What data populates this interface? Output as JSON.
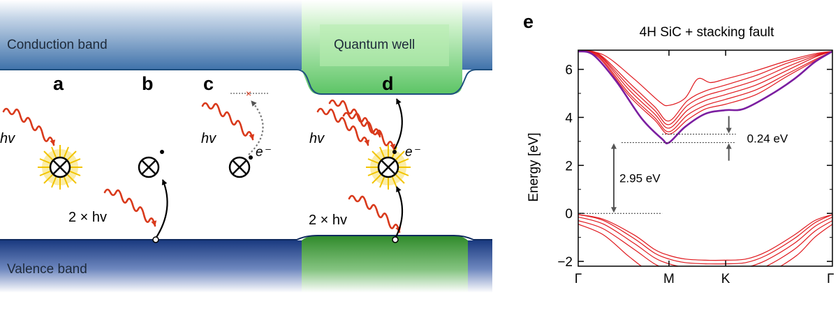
{
  "diagram": {
    "conduction_label": "Conduction band",
    "valence_label": "Valence band",
    "quantum_well_label": "Quantum well",
    "panels": [
      "a",
      "b",
      "c",
      "d"
    ],
    "hv": "hv",
    "two_hv": "2 × hv",
    "electron": "e⁻",
    "colors": {
      "conduction": "#4a7ab0",
      "valence": "#1d3f86",
      "quantum_well": "#5cc465",
      "photon": "#d93a1c",
      "glow": "#f2c400"
    }
  },
  "chart_panel_letter": "e",
  "chart_data": {
    "type": "line",
    "title": "4H SiC + stacking fault",
    "ylabel": "Energy [eV]",
    "xlabel": "",
    "ylim": [
      -2.2,
      6.8
    ],
    "yticks": [
      -2,
      0,
      2,
      4,
      6
    ],
    "ytick_labels": [
      "−2",
      "0",
      "2",
      "4",
      "6"
    ],
    "k_points": [
      {
        "label": "Γ",
        "pos": 0.0
      },
      {
        "label": "M",
        "pos": 0.357
      },
      {
        "label": "K",
        "pos": 0.58
      },
      {
        "label": "Γ",
        "pos": 1.0
      }
    ],
    "gap_annotation": {
      "text": "2.95 eV",
      "from": 0.0,
      "to": 2.95
    },
    "offset_annotation": {
      "text": "0.24 eV",
      "from": 2.95,
      "to": 3.3
    },
    "stacking_fault_band": {
      "color": "#7b1ea0",
      "x": [
        0.0,
        0.06,
        0.15,
        0.25,
        0.33,
        0.357,
        0.42,
        0.5,
        0.58,
        0.65,
        0.75,
        0.85,
        0.93,
        1.0
      ],
      "y": [
        6.75,
        6.6,
        5.5,
        3.95,
        3.1,
        2.95,
        3.6,
        4.15,
        4.3,
        4.35,
        4.9,
        5.6,
        6.3,
        6.75
      ]
    },
    "conduction_bands": [
      {
        "x": [
          0.0,
          0.08,
          0.2,
          0.3,
          0.357,
          0.43,
          0.5,
          0.58,
          0.7,
          0.82,
          0.93,
          1.0
        ],
        "y": [
          6.75,
          6.5,
          4.9,
          3.9,
          3.3,
          3.9,
          4.35,
          4.55,
          4.95,
          5.7,
          6.35,
          6.75
        ]
      },
      {
        "x": [
          0.0,
          0.08,
          0.2,
          0.3,
          0.357,
          0.43,
          0.5,
          0.58,
          0.7,
          0.82,
          0.93,
          1.0
        ],
        "y": [
          6.75,
          6.55,
          5.0,
          4.0,
          3.4,
          4.1,
          4.5,
          4.75,
          5.15,
          5.8,
          6.4,
          6.75
        ]
      },
      {
        "x": [
          0.0,
          0.08,
          0.2,
          0.3,
          0.357,
          0.43,
          0.5,
          0.58,
          0.7,
          0.82,
          0.93,
          1.0
        ],
        "y": [
          6.75,
          6.6,
          5.15,
          4.15,
          3.55,
          4.3,
          4.7,
          4.95,
          5.35,
          5.95,
          6.5,
          6.75
        ]
      },
      {
        "x": [
          0.0,
          0.08,
          0.2,
          0.3,
          0.357,
          0.43,
          0.5,
          0.58,
          0.7,
          0.82,
          0.93,
          1.0
        ],
        "y": [
          6.75,
          6.62,
          5.3,
          4.3,
          3.7,
          4.5,
          4.9,
          5.15,
          5.55,
          6.1,
          6.55,
          6.75
        ]
      },
      {
        "x": [
          0.0,
          0.08,
          0.2,
          0.3,
          0.357,
          0.43,
          0.5,
          0.58,
          0.7,
          0.82,
          0.93,
          1.0
        ],
        "y": [
          6.75,
          6.65,
          5.45,
          4.45,
          3.85,
          4.7,
          5.1,
          5.35,
          5.75,
          6.25,
          6.6,
          6.75
        ]
      },
      {
        "x": [
          0.0,
          0.1,
          0.22,
          0.32,
          0.357,
          0.42,
          0.47,
          0.52,
          0.58,
          0.7,
          0.82,
          0.93,
          1.0
        ],
        "y": [
          6.75,
          6.6,
          5.6,
          4.65,
          4.5,
          4.8,
          5.6,
          5.45,
          5.6,
          5.95,
          6.35,
          6.65,
          6.75
        ]
      }
    ],
    "valence_bands": [
      {
        "x": [
          0.0,
          0.1,
          0.22,
          0.3,
          0.357,
          0.42,
          0.5,
          0.58,
          0.66,
          0.74,
          0.85,
          0.93,
          1.0
        ],
        "y": [
          -0.05,
          -0.25,
          -0.9,
          -1.5,
          -1.75,
          -1.9,
          -1.95,
          -1.95,
          -1.9,
          -1.6,
          -0.9,
          -0.3,
          -0.05
        ]
      },
      {
        "x": [
          0.0,
          0.1,
          0.22,
          0.3,
          0.357,
          0.42,
          0.5,
          0.58,
          0.66,
          0.74,
          0.85,
          0.93,
          1.0
        ],
        "y": [
          -0.05,
          -0.3,
          -1.05,
          -1.65,
          -1.9,
          -2.05,
          -2.1,
          -2.1,
          -2.05,
          -1.75,
          -1.05,
          -0.4,
          -0.05
        ]
      },
      {
        "x": [
          0.0,
          0.1,
          0.22,
          0.3,
          0.357,
          0.42,
          0.5,
          0.58,
          0.66,
          0.74,
          0.85,
          0.93,
          1.0
        ],
        "y": [
          -0.15,
          -0.45,
          -1.25,
          -1.85,
          -2.1,
          -2.25,
          -2.3,
          -2.3,
          -2.25,
          -1.95,
          -1.25,
          -0.55,
          -0.15
        ]
      },
      {
        "x": [
          0.0,
          0.1,
          0.22,
          0.3,
          0.357,
          0.42,
          0.5,
          0.58,
          0.66,
          0.74,
          0.85,
          0.93,
          1.0
        ],
        "y": [
          -0.3,
          -0.65,
          -1.5,
          -2.1,
          -2.35,
          -2.45,
          -2.5,
          -2.5,
          -2.45,
          -2.2,
          -1.5,
          -0.75,
          -0.3
        ]
      },
      {
        "x": [
          0.0,
          0.1,
          0.2,
          0.28,
          0.36,
          0.44,
          0.52,
          0.6,
          0.68,
          0.76,
          0.86,
          0.93,
          1.0
        ],
        "y": [
          -0.45,
          -0.9,
          -1.8,
          -2.4,
          -2.6,
          -2.65,
          -2.7,
          -2.7,
          -2.6,
          -2.4,
          -1.75,
          -1.0,
          -0.45
        ]
      }
    ]
  }
}
